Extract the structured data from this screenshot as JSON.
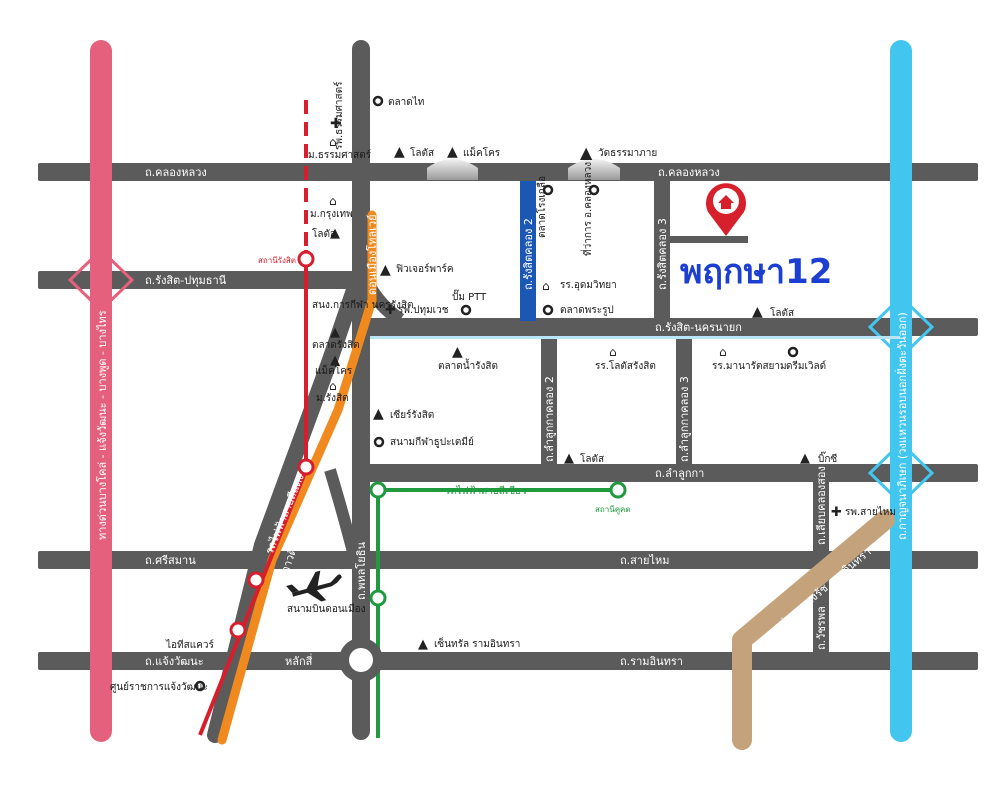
{
  "title": "พฤกษา12",
  "colors": {
    "road": "#5b5b5b",
    "pink_road": "#e4607c",
    "blue_road": "#42c6f0",
    "red_line": "#d81e2c",
    "orange_road": "#f08a1e",
    "green_line": "#1f9a3e",
    "brown_road": "#c4a37c",
    "blue_soi": "#1b57b4",
    "title": "#1c3fd1",
    "pin": "#d6202c"
  },
  "roads": {
    "khlong_luang_west": "ถ.คลองหลวง",
    "khlong_luang_east": "ถ.คลองหลวง",
    "rangsit_pathum": "ถ.รังสิต-ปทุมธานี",
    "rangsit_nakhon_nayok": "ถ.รังสิต-นครนายก",
    "lam_luk_ka": "ถ.ลำลูกกา",
    "sri_saman": "ถ.ศรีสมาน",
    "sai_mai": "ถ.สายไหม",
    "chaeng_wattana": "ถ.แจ้งวัฒนะ",
    "ram_inthra": "ถ.รามอินทรา",
    "lak_si": "หลักสี่",
    "phahonyothin": "ถ.พหลโยธิน",
    "don_mueang_tollway": "ดอนเมืองโทลเวย์",
    "vibhavadi": "ถ.วิภาวดีรังสิต",
    "pink_expressway": "ทางด่วนบางโคล่ - แจ้งวัฒนะ - บางพูด - บางไทร",
    "kanchanaphisek": "ถ.กาญจนาภิเษก (วงแหวนรอบนอกฝั่งตะวันออก)",
    "rangsit_khlong_2": "ถ.รังสิตคลอง 2",
    "rangsit_khlong_3": "ถ.รังสิตคลอง 3",
    "lam_luk_ka_khlong_2": "ถ.ลำลูกกาคลอง 2",
    "lam_luk_ka_khlong_3": "ถ.ลำลูกกาคลอง 3",
    "liap_khlong_song": "ถ.เลียบคลองสอง",
    "watcharaphon": "ถ.วัชรพล",
    "expressway_ram_inthra": "ทางด่วนฉลองรัช รามอินทรา",
    "red_line": "รถไฟฟ้าสายสีแดง",
    "green_line": "รถไฟฟ้าสายสีเขียว"
  },
  "landmarks": {
    "talad_thai": "ตลาดไท",
    "thammasat_hosp": "รพ.ธรรมศาสตร์",
    "thammasat_uni": "ม.ธรรมศาสตร์",
    "lotus_1": "โลตัส",
    "makro_1": "แม็คโคร",
    "wat_thammamongkhon": "วัดธรรมาภาย",
    "bkk_uni": "ม.กรุงเทพ",
    "lotus_2": "โลตัส",
    "rangsit_station": "สถานีรังสิต",
    "future_park": "ฟิวเจอร์พาร์ค",
    "patavee_hosp": "รพ.ปทุมเวช",
    "ptt": "ปั๊ม PTT",
    "talad_rongkluea": "ตลาดโรงเกลือ",
    "amphoe_khlong_luang": "ที่ว่าการ อ.คลองหลวง",
    "udom_witthaya": "รร.อุดมวิทยา",
    "talad_phra_rup": "ตลาดพระรูป",
    "lotus_3": "โลตัส",
    "sports_authority": "สนง.การกีฬา นครรังสิต",
    "talad_rangsit": "ตลาดรังสิต",
    "makro_2": "แม็คโคร",
    "rangsit_uni": "ม.รังสิต",
    "talad_nam_rangsit": "ตลาดน้ำรังสิต",
    "lotus_rangsit_school": "รร.โลตัสรังสิต",
    "siam_school": "รร.มานารัตสยาม",
    "dream_world": "ดรีมเวิลด์",
    "zeer_rangsit": "เซียร์รังสิต",
    "thupatemi": "สนามกีฬาธูปะเตมีย์",
    "lotus_4": "โลตัส",
    "big_c": "บิ๊กซี",
    "khu_khot": "สถานีคูคต",
    "sai_mai_hosp": "รพ.สายไหม",
    "don_mueang_airport": "สนามบินดอนเมือง",
    "it_square": "ไอทีสแควร์",
    "central_ram_inthra": "เซ็นทรัล รามอินทรา",
    "govt_complex": "ศูนย์ราชการแจ้งวัฒนะ"
  }
}
